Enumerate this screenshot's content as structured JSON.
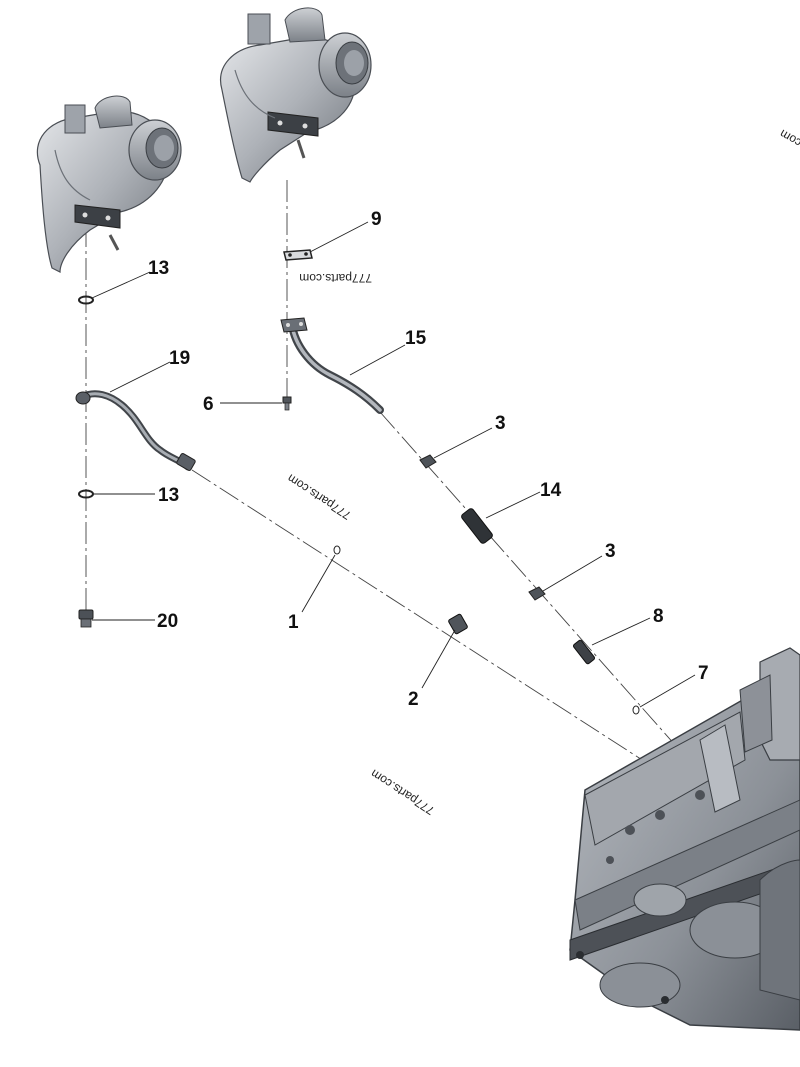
{
  "callouts": {
    "c1": "1",
    "c2": "2",
    "c3a": "3",
    "c3b": "3",
    "c6": "6",
    "c7": "7",
    "c8": "8",
    "c9": "9",
    "c13a": "13",
    "c13b": "13",
    "c14": "14",
    "c15": "15",
    "c19": "19",
    "c20": "20"
  },
  "watermark": {
    "w1": "777parts.com",
    "w2": "777parts.com",
    "w3": "777parts.com",
    "w4": "com"
  },
  "colors": {
    "metal_light": "#c9ccd1",
    "metal_mid": "#9a9ea6",
    "metal_dark": "#55595f",
    "line": "#333333"
  }
}
